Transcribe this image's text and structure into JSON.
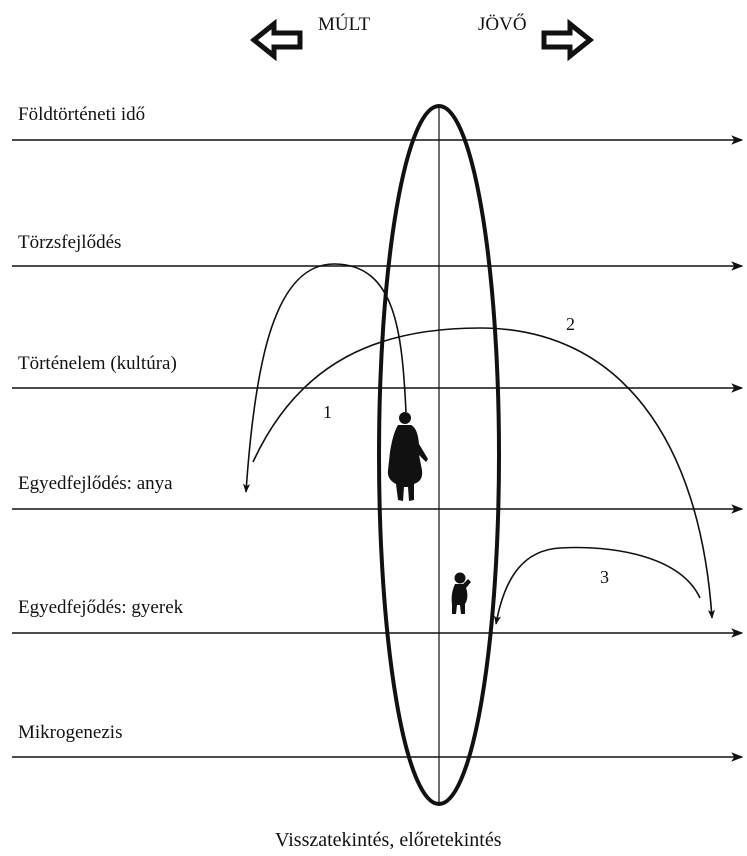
{
  "header": {
    "past_label": "MÚLT",
    "future_label": "JÖVŐ"
  },
  "levels": [
    {
      "label": "Földtörténeti idő"
    },
    {
      "label": "Törzsfejlődés"
    },
    {
      "label": "Történelem (kultúra)"
    },
    {
      "label": "Egyedfejlődés: anya"
    },
    {
      "label": "Egyedfejődés: gyerek"
    },
    {
      "label": "Mikrogenezis"
    }
  ],
  "arcs": [
    {
      "label": "1"
    },
    {
      "label": "2"
    },
    {
      "label": "3"
    }
  ],
  "caption": "Visszatekintés, előretekintés",
  "colors": {
    "ink": "#111111",
    "background": "#ffffff"
  },
  "icons": [
    "left-block-arrow-icon",
    "right-block-arrow-icon",
    "mother-silhouette-icon",
    "child-silhouette-icon"
  ]
}
